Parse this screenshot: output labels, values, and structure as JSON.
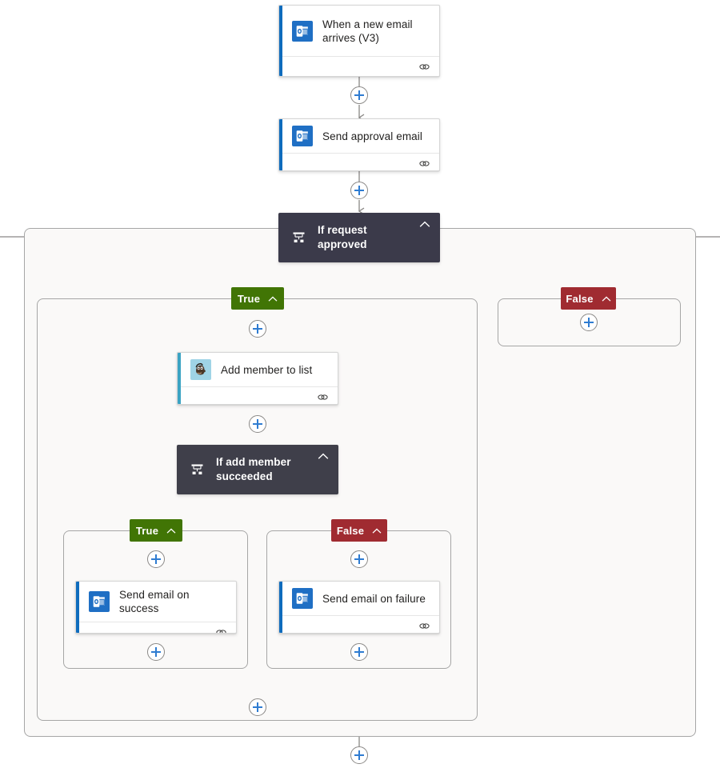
{
  "designer": {
    "name": "logic-app-flow-designer",
    "background": "#ffffff"
  },
  "colors": {
    "true_branch": "#417505",
    "false_branch": "#a02b31",
    "condition_header": "#3f3f4a",
    "scope_background": "#faf9f8",
    "scope_border": "#a6a6a6",
    "accent_outlook": "#0f6cbd",
    "accent_mailchimp": "#3ba3c3",
    "plus_glyph": "#2f7cd1"
  },
  "nodes": {
    "trigger": {
      "title": "When a new email arrives (V3)",
      "icon": "outlook-icon",
      "footer_icon": "chain-link-icon"
    },
    "send_approval": {
      "title": "Send approval email",
      "icon": "outlook-icon",
      "footer_icon": "chain-link-icon"
    },
    "condition_outer": {
      "title": "If request approved",
      "icon": "condition-branch-icon",
      "collapse_icon": "chevron-up-icon"
    },
    "add_member": {
      "title": "Add member to list",
      "icon": "mailchimp-icon",
      "footer_icon": "chain-link-icon"
    },
    "condition_inner": {
      "title": "If add member succeeded",
      "icon": "condition-branch-icon",
      "collapse_icon": "chevron-up-icon"
    },
    "send_success": {
      "title": "Send email on success",
      "icon": "outlook-icon",
      "footer_icon": "chain-link-icon"
    },
    "send_failure": {
      "title": "Send email on failure",
      "icon": "outlook-icon",
      "footer_icon": "chain-link-icon"
    }
  },
  "branch_labels": {
    "outer_true": {
      "text": "True",
      "collapse_icon": "chevron-up-icon"
    },
    "outer_false": {
      "text": "False",
      "collapse_icon": "chevron-up-icon"
    },
    "inner_true": {
      "text": "True",
      "collapse_icon": "chevron-up-icon"
    },
    "inner_false": {
      "text": "False",
      "collapse_icon": "chevron-up-icon"
    }
  },
  "add_buttons": [
    {
      "id": "add-after-trigger",
      "label": "+"
    },
    {
      "id": "add-after-send-approval",
      "label": "+"
    },
    {
      "id": "add-in-outer-true-top",
      "label": "+"
    },
    {
      "id": "add-in-outer-false",
      "label": "+"
    },
    {
      "id": "add-after-add-member",
      "label": "+"
    },
    {
      "id": "add-in-inner-true-top",
      "label": "+"
    },
    {
      "id": "add-in-inner-false-top",
      "label": "+"
    },
    {
      "id": "add-in-inner-true-bottom",
      "label": "+"
    },
    {
      "id": "add-in-inner-false-bottom",
      "label": "+"
    },
    {
      "id": "add-in-outer-true-bottom",
      "label": "+"
    },
    {
      "id": "add-after-condition",
      "label": "+"
    }
  ]
}
